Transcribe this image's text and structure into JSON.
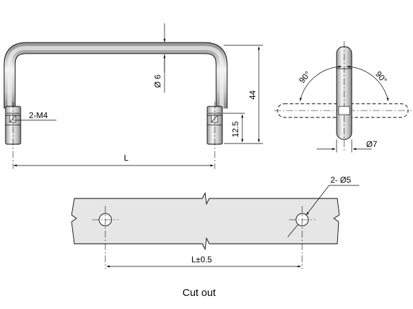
{
  "front_view": {
    "dim_diameter": "6",
    "dim_height": "44",
    "dim_thread_depth": "12.5",
    "dim_length": "L",
    "label_thread": "2-M4"
  },
  "side_view": {
    "angle_left": "90°",
    "angle_right": "90°",
    "dim_diameter": "7"
  },
  "cutout_view": {
    "hole_label": "2- Ø5",
    "dim_spacing": "L±0.5",
    "caption": "Cut out"
  },
  "colors": {
    "line": "#000000",
    "metal_fill": "#e8e8e8",
    "panel_fill": "#e6e6e6",
    "shadow": "#777777"
  }
}
